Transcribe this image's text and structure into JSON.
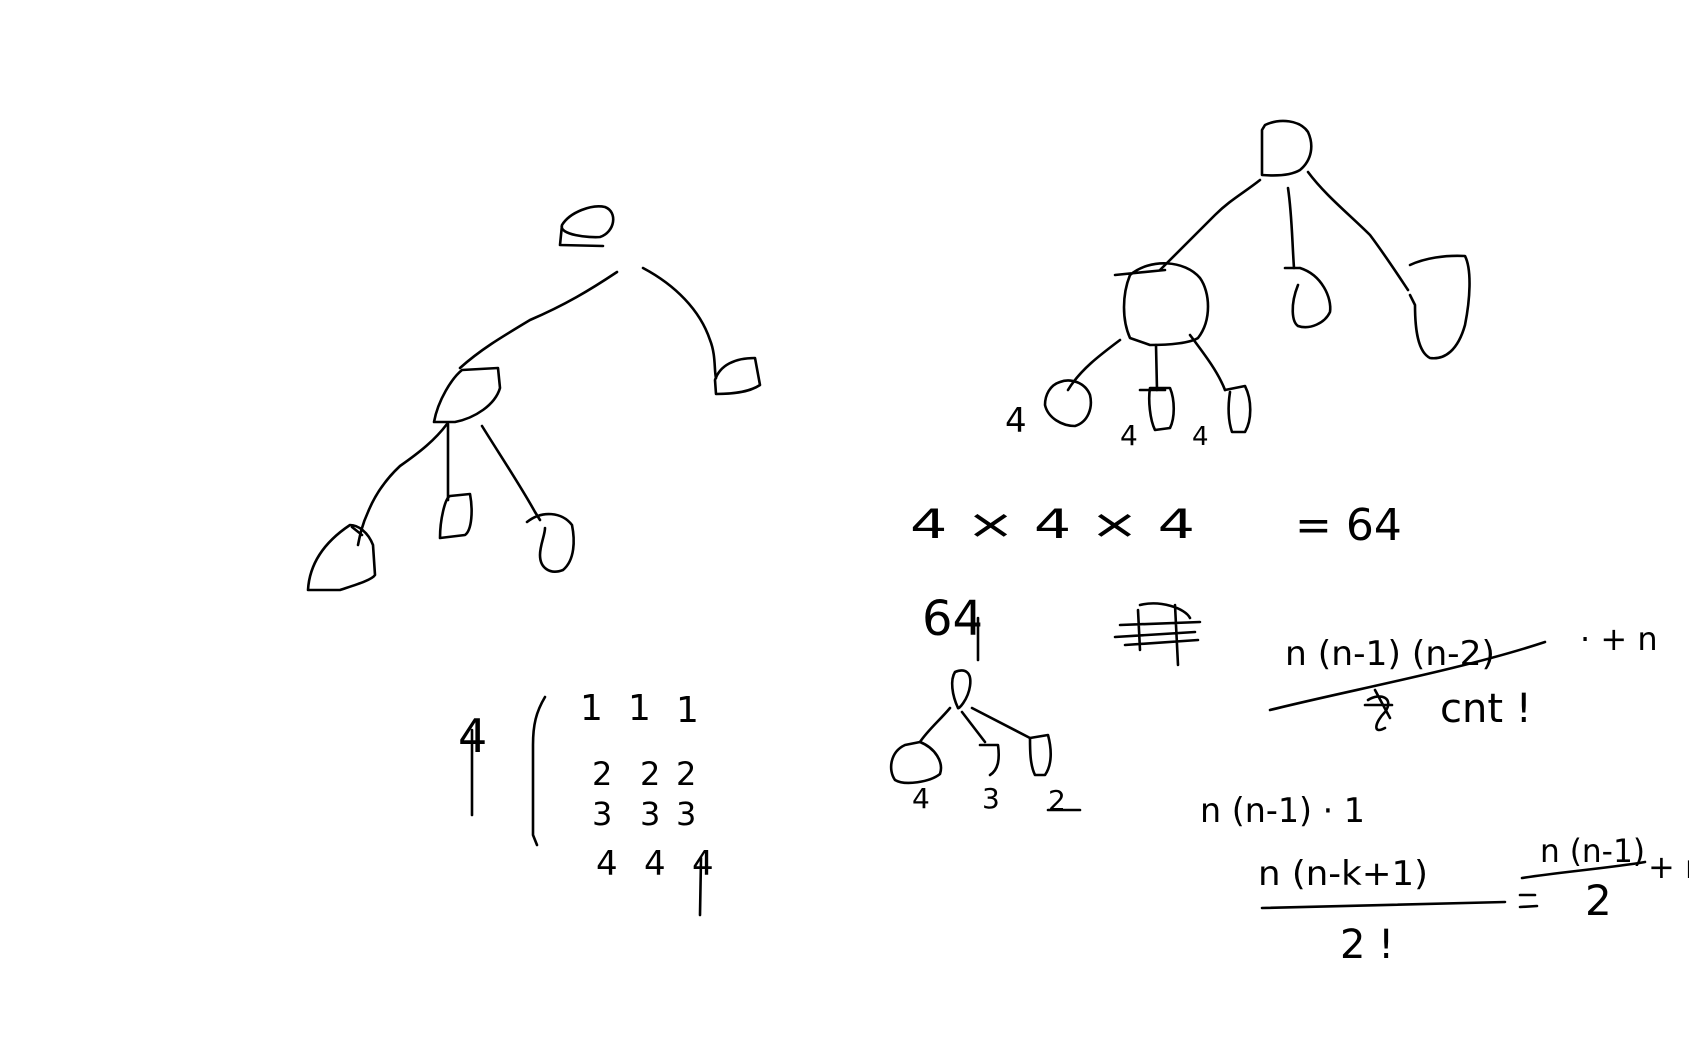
{
  "canvas": {
    "background": "#ffffff",
    "ink_color": "#000000"
  },
  "left_tree": {
    "note_number": "4",
    "table_rows": [
      [
        "1",
        "1",
        "1"
      ],
      [
        "2",
        "2",
        "2"
      ],
      [
        "3",
        "3",
        "3"
      ],
      [
        "4",
        "4",
        "4"
      ]
    ]
  },
  "right_tree": {
    "leaf_labels": [
      "4",
      "4",
      "4"
    ]
  },
  "equation_1": {
    "left": "4 × 4 × 4",
    "right": "= 64"
  },
  "small_tree": {
    "top_label": "64",
    "leaf_labels": [
      "4",
      "3",
      "2"
    ]
  },
  "formulas": {
    "numerator_1": "n (n-1) (n-2)",
    "denominator_1": "cnt !",
    "suffix_1": "· + n",
    "line_2": "n (n-1) · 1",
    "numerator_2": "n (n-k+1)",
    "denominator_2": "2 !",
    "rhs_numerator": "n (n-1)",
    "rhs_denominator": "2",
    "rhs_suffix": "+ n"
  }
}
